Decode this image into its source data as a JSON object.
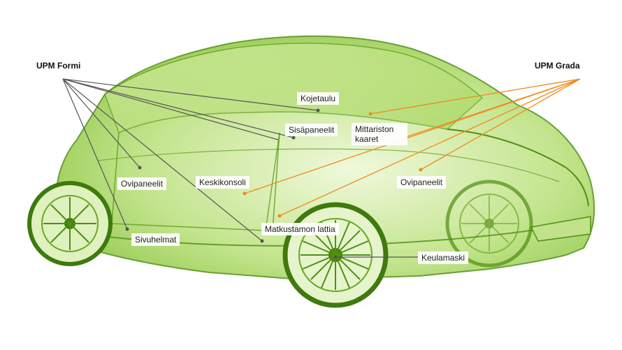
{
  "legend": {
    "formi": "UPM Formi",
    "grada": "UPM Grada"
  },
  "labels": {
    "kojetaulu": "Kojetaulu",
    "sisapaneelit": "Sisäpaneelit",
    "mittariston_line1": "Mittariston",
    "mittariston_line2": "kaaret",
    "ovipaneelit_left": "Ovipaneelit",
    "keskikonsoli": "Keskikonsoli",
    "ovipaneelit_right": "Ovipaneelit",
    "matkustamon_lattia": "Matkustamon lattia",
    "sivuhelmat": "Sivuhelmat",
    "keulamaski": "Keulamaski"
  },
  "colors": {
    "formi_lines": "#555555",
    "grada_lines": "#f08a1c",
    "car_green": "#7dbf2a",
    "car_dark": "#4f8f12"
  }
}
